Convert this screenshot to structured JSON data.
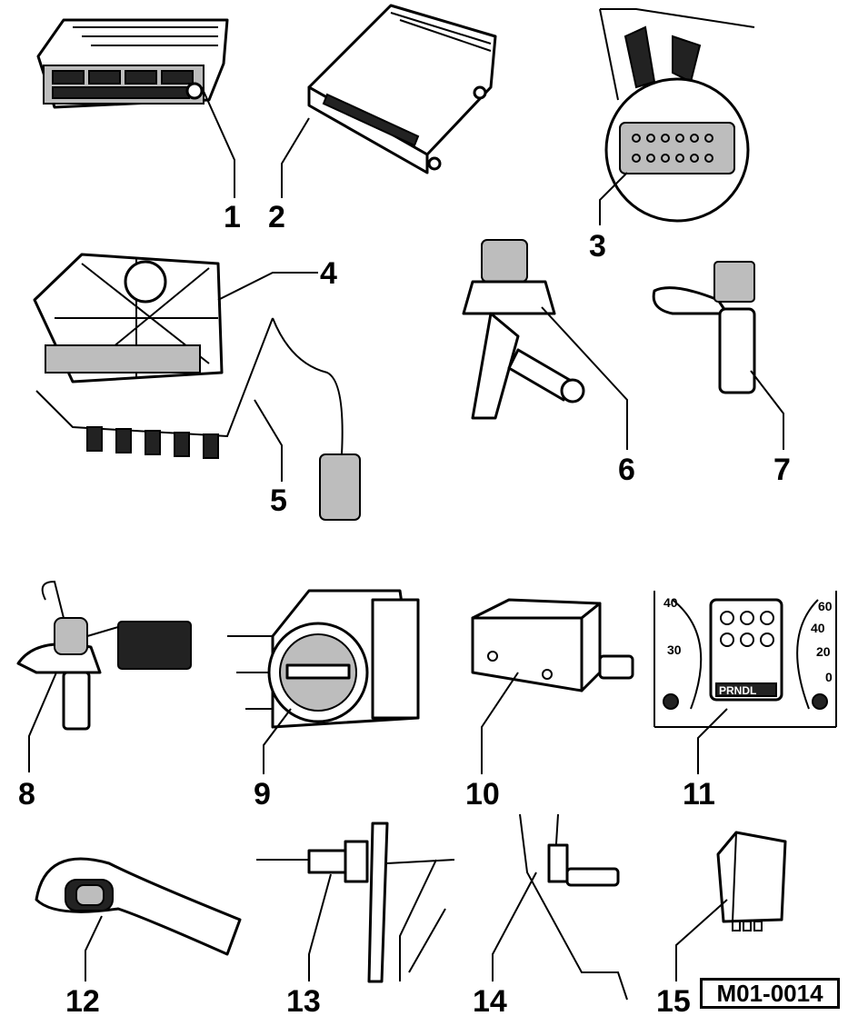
{
  "callouts": [
    "1",
    "2",
    "3",
    "4",
    "5",
    "6",
    "7",
    "8",
    "9",
    "10",
    "11",
    "12",
    "13",
    "14",
    "15"
  ],
  "reference_code": "M01-0014",
  "gauge_left_ticks": [
    "40",
    "30"
  ],
  "gauge_right_ticks": [
    "60",
    "40",
    "20",
    "0"
  ],
  "panel_label": "PRNDL"
}
